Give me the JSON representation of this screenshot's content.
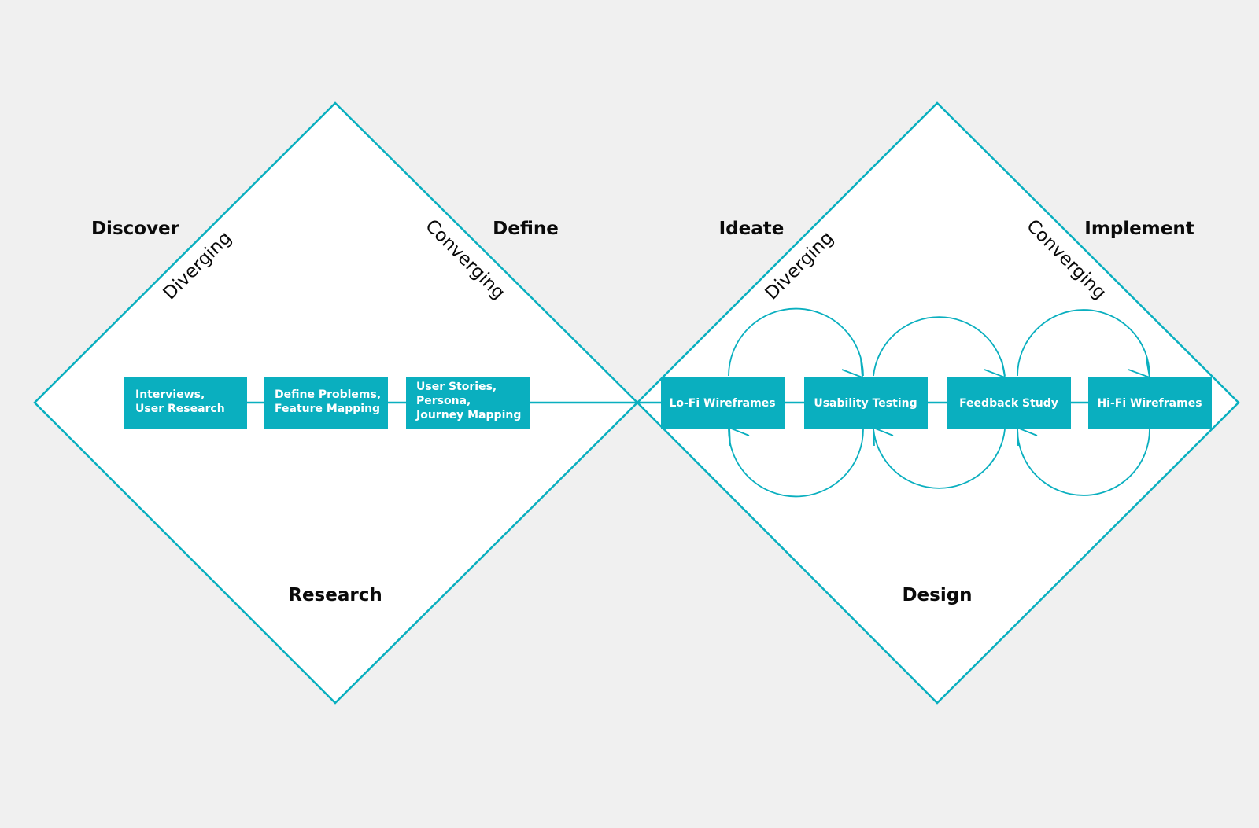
{
  "colors": {
    "accent": "#0aafbf",
    "background": "#f0f0f0",
    "diamond_fill": "#ffffff",
    "text": "#0a0a0a",
    "box_text": "#ffffff"
  },
  "diamond_left": {
    "title": "Research",
    "phase_left": "Discover",
    "phase_right": "Define",
    "diverging": "Diverging",
    "converging": "Converging",
    "steps": [
      {
        "lines": [
          "Interviews,",
          "User Research"
        ]
      },
      {
        "lines": [
          "Define Problems,",
          "Feature Mapping"
        ]
      },
      {
        "lines": [
          "User Stories,",
          "Persona,",
          "Journey Mapping"
        ]
      }
    ]
  },
  "diamond_right": {
    "title": "Design",
    "phase_left": "Ideate",
    "phase_right": "Implement",
    "diverging": "Diverging",
    "converging": "Converging",
    "steps": [
      {
        "lines": [
          "Lo-Fi Wireframes"
        ]
      },
      {
        "lines": [
          "Usability Testing"
        ]
      },
      {
        "lines": [
          "Feedback Study"
        ]
      },
      {
        "lines": [
          "Hi-Fi Wireframes"
        ]
      }
    ]
  }
}
